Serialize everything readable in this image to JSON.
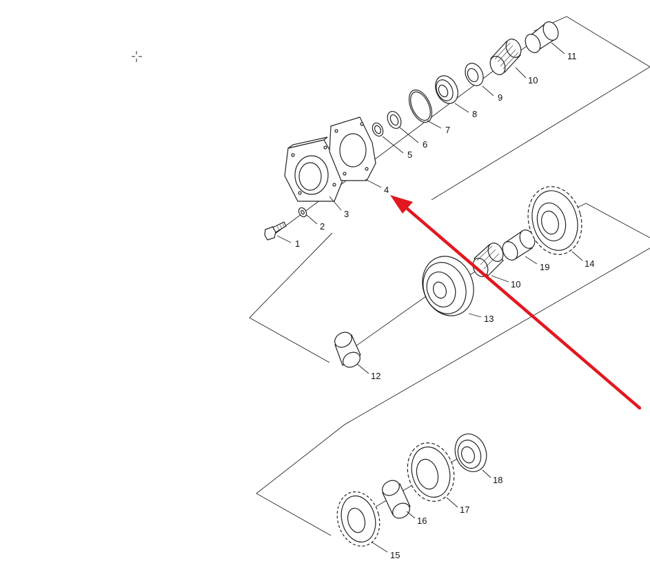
{
  "callouts": [
    {
      "n": "1"
    },
    {
      "n": "2"
    },
    {
      "n": "3"
    },
    {
      "n": "4"
    },
    {
      "n": "5"
    },
    {
      "n": "6"
    },
    {
      "n": "7"
    },
    {
      "n": "8"
    },
    {
      "n": "9"
    },
    {
      "n": "10"
    },
    {
      "n": "11"
    },
    {
      "n": "10"
    },
    {
      "n": "19"
    },
    {
      "n": "14"
    },
    {
      "n": "13"
    },
    {
      "n": "12"
    },
    {
      "n": "15"
    },
    {
      "n": "16"
    },
    {
      "n": "17"
    },
    {
      "n": "18"
    }
  ],
  "colors": {
    "arrow": "#e3171f",
    "line": "#222222",
    "background": "#ffffff"
  },
  "cursor_icon": "crosshair-cursor-icon"
}
